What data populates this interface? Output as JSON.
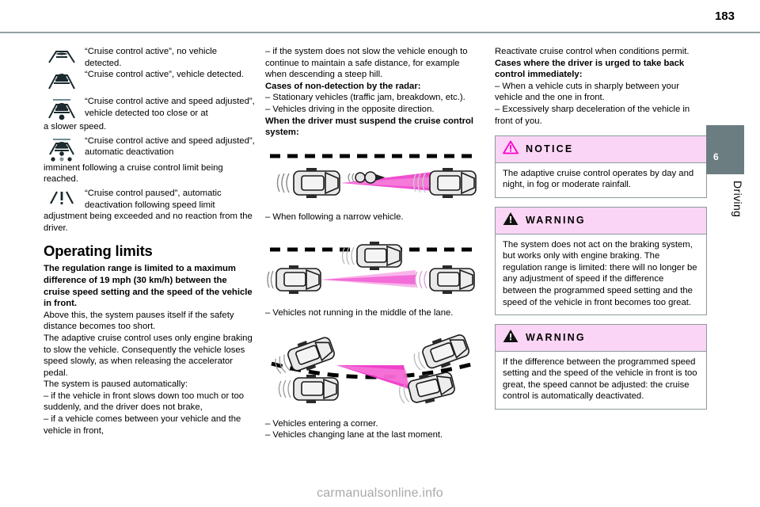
{
  "header": {
    "page_number": "183"
  },
  "side_tab": {
    "chapter_number": "6",
    "chapter_label": "Driving",
    "color": "#6b7d80"
  },
  "footer": {
    "watermark": "carmanualsonline.info"
  },
  "colors": {
    "rule": "#93a0a3",
    "callout_header_bg": "#fbd5f5",
    "callout_border": "#8d9a9d",
    "notice_icon": "#ff00cc",
    "radar_beam": "#ee2fc8"
  },
  "left_column": {
    "indicators": [
      {
        "icon": "road-no-vehicle-icon",
        "text": "“Cruise control active”, no vehicle detected."
      },
      {
        "icon": "road-vehicle-detected-icon",
        "text": "“Cruise control active”, vehicle detected."
      },
      {
        "icon": "road-vehicle-speed-adjusted-icon",
        "text": "“Cruise control active and speed adjusted”, vehicle detected too close or at",
        "continuation": "a slower speed."
      },
      {
        "icon": "road-auto-deactivation-icon",
        "text": "“Cruise control active and speed adjusted”, automatic deactivation",
        "continuation": "imminent following a cruise control limit being reached."
      },
      {
        "icon": "warning-paused-icon",
        "text": "“Cruise control paused”, automatic deactivation following speed limit",
        "continuation": "adjustment being exceeded and no reaction from the driver."
      }
    ],
    "section_title": "Operating limits",
    "paragraphs": [
      {
        "bold": true,
        "text": "The regulation range is limited to a maximum difference of 19 mph (30 km/h) between the cruise speed setting and the speed of the vehicle in front."
      },
      {
        "bold": false,
        "text": "Above this, the system pauses itself if the safety distance becomes too short."
      },
      {
        "bold": false,
        "text": "The adaptive cruise control uses only engine braking to slow the vehicle. Consequently the vehicle loses speed slowly, as when releasing the accelerator pedal."
      },
      {
        "bold": false,
        "text": "The system is paused automatically:"
      },
      {
        "bold": false,
        "text": "–  if the vehicle in front slows down too much or too suddenly, and the driver does not brake,"
      },
      {
        "bold": false,
        "text": "–  if a vehicle comes between your vehicle and the vehicle in front,"
      }
    ]
  },
  "middle_column": {
    "paragraphs": [
      {
        "bold": false,
        "text": "–  if the system does not slow the vehicle enough to continue to maintain a safe distance, for example when descending a steep hill."
      },
      {
        "bold": true,
        "text": "Cases of non-detection by the radar:"
      },
      {
        "bold": false,
        "text": "–  Stationary vehicles (traffic jam, breakdown, etc.)."
      },
      {
        "bold": false,
        "text": "–  Vehicles driving in the opposite direction."
      },
      {
        "bold": true,
        "text": "When the driver must suspend the cruise control system:"
      }
    ],
    "figures": [
      {
        "name": "narrow-vehicle-figure",
        "caption": "–  When following a narrow vehicle."
      },
      {
        "name": "off-center-vehicle-figure",
        "caption": "–  Vehicles not running in the middle of the lane."
      },
      {
        "name": "corner-vehicle-figure",
        "caption": "–  Vehicles entering a corner."
      }
    ],
    "extra_caption": "–  Vehicles changing lane at the last moment."
  },
  "right_column": {
    "paragraphs": [
      {
        "bold": false,
        "text": "Reactivate cruise control when conditions permit."
      },
      {
        "bold": true,
        "text": "Cases where the driver is urged to take back control immediately:"
      },
      {
        "bold": false,
        "text": "–  When a vehicle cuts in sharply between your vehicle and the one in front."
      },
      {
        "bold": false,
        "text": "–  Excessively sharp deceleration of the vehicle in front of you."
      }
    ],
    "callouts": [
      {
        "type": "notice",
        "icon": "notice-triangle-icon",
        "label": "NOTICE",
        "body": "The adaptive cruise control operates by day and night, in fog or moderate rainfall."
      },
      {
        "type": "warning",
        "icon": "warning-triangle-icon",
        "label": "WARNING",
        "body": "The system does not act on the braking system, but works only with engine braking. The regulation range is limited: there will no longer be any adjustment of speed if the difference between the programmed speed setting and the speed of the vehicle in front becomes too great."
      },
      {
        "type": "warning",
        "icon": "warning-triangle-icon",
        "label": "WARNING",
        "body": "If the difference between the programmed speed setting and the speed of the vehicle in front is too great, the speed cannot be adjusted: the cruise control is automatically deactivated."
      }
    ]
  }
}
